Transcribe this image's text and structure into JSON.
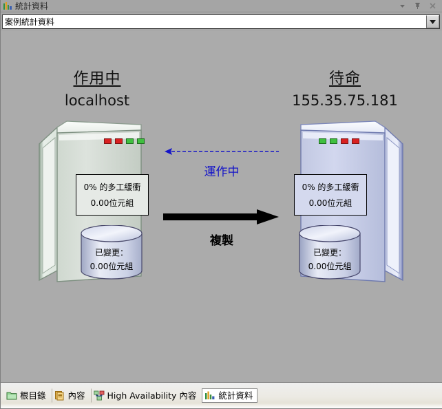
{
  "window": {
    "title": "統計資料",
    "title_icon": "bar-chart-icon",
    "controls": {
      "menu_label": "▾",
      "pin_label": "pin-icon",
      "close_label": "✕"
    }
  },
  "combo": {
    "value": "案例統計資料",
    "placeholder": "案例統計資料",
    "arrow": "▼"
  },
  "diagram": {
    "nodes": [
      {
        "role": "作用中",
        "host": "localhost",
        "theme": "green",
        "leds": [
          "red",
          "red",
          "green",
          "green"
        ],
        "stat_line1": "0% 的多工緩衝",
        "stat_line2": "0.00位元組",
        "db_line1": "已變更：",
        "db_line2": "0.00位元組"
      },
      {
        "role": "待命",
        "host": "155.35.75.181",
        "theme": "blue",
        "leds": [
          "green",
          "green",
          "red",
          "red"
        ],
        "stat_line1": "0% 的多工緩衝",
        "stat_line2": "0.00位元組",
        "db_line1": "已變更：",
        "db_line2": "0.00位元組"
      }
    ],
    "arrows": [
      {
        "label": "運作中",
        "direction": "left",
        "style": "dashed",
        "color": "#1414c8"
      },
      {
        "label": "複製",
        "direction": "right",
        "style": "solid",
        "color": "#000000"
      }
    ]
  },
  "tabs": [
    {
      "label": "根目錄",
      "icon": "folder-icon",
      "active": false
    },
    {
      "label": "內容",
      "icon": "documents-icon",
      "active": false
    },
    {
      "label": "High Availability 內容",
      "icon": "network-icon",
      "active": false
    },
    {
      "label": "統計資料",
      "icon": "bar-chart-icon",
      "active": true
    }
  ],
  "colors": {
    "background": "#ababab",
    "titlebar": "#a5a5a5",
    "active_link": "#1414c8",
    "led_red": "#d92020",
    "led_green": "#3fbf3f"
  }
}
